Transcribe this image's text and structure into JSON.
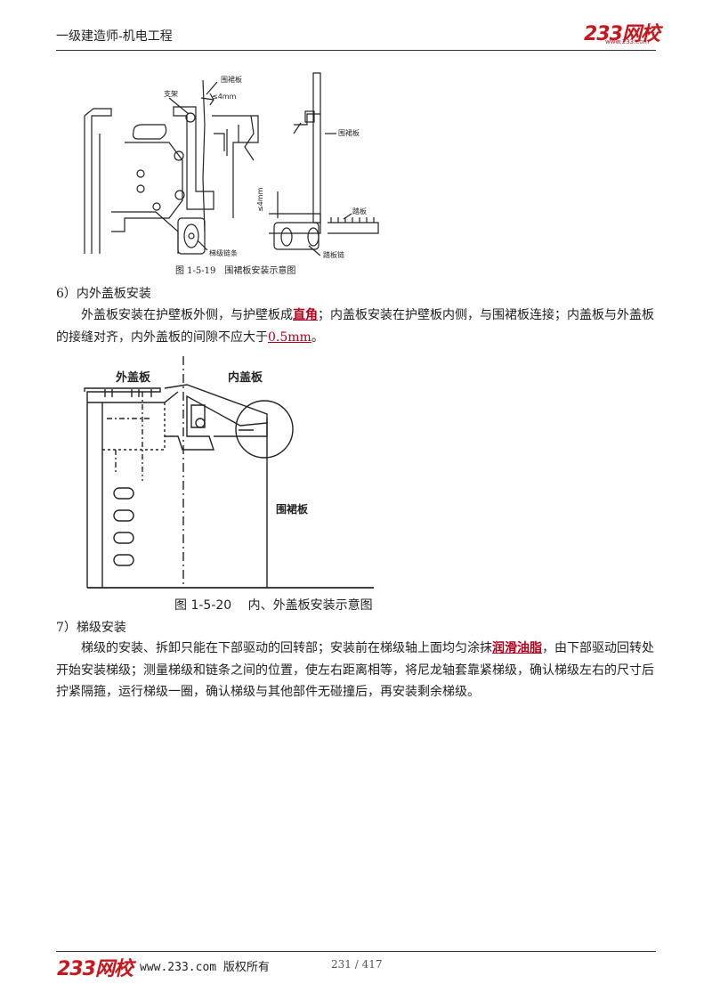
{
  "header": {
    "title": "一级建造师-机电工程",
    "logo": "233网校",
    "logo_url": "www.233.com"
  },
  "figure1": {
    "labels": {
      "bracket": "支架",
      "skirt_top": "围裙板",
      "gap": "≤4mm",
      "chain": "梯级链条",
      "skirt_right": "围裙板",
      "gap_right": "≤4mm",
      "step_board": "踏板",
      "tread_chain": "踏板链"
    },
    "caption": "图 1-5-19　围裙板安装示意图"
  },
  "section6": {
    "heading": "6）内外盖板安装",
    "para_a": "外盖板安装在护壁板外侧，与护壁板成",
    "term": "直角",
    "para_b": "；内盖板安装在护壁板内侧，与围裙板连接；内盖板与外盖板的接缝对齐，内外盖板的间隙不应大于",
    "value": "0.5mm",
    "para_c": "。"
  },
  "figure2": {
    "labels": {
      "outer": "外盖板",
      "inner": "内盖板",
      "skirt": "围裙板"
    },
    "caption": "图 1-5-20　 内、外盖板安装示意图"
  },
  "section7": {
    "heading": "7）梯级安装",
    "para_a": "梯级的安装、拆卸只能在下部驱动的回转部；安装前在梯级轴上面均匀涂抹",
    "term": "润滑油脂",
    "para_b": "，由下部驱动回转处开始安装梯级；测量梯级和链条之间的位置，使左右距离相等，将尼龙轴套靠紧梯级，确认梯级左右的尺寸后拧紧隔箍，运行梯级一圈，确认梯级与其他部件无碰撞后，再安装剩余梯级。"
  },
  "footer": {
    "logo": "233网校",
    "copyright": "www.233.com 版权所有",
    "page": "231 / 417"
  }
}
